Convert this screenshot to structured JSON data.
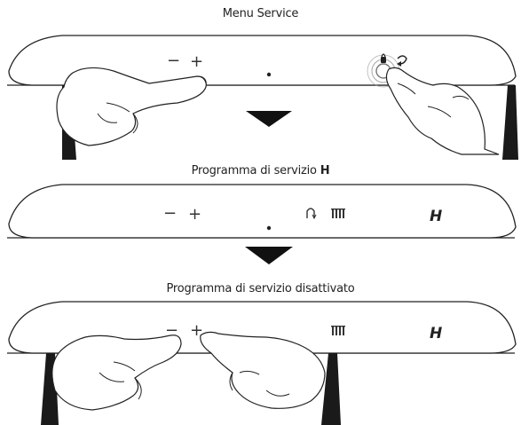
{
  "captions": {
    "step1": "Menu Service",
    "step2_text": "Programma di servizio ",
    "step2_bold": "H",
    "step3": "Programma di servizio disattivato"
  },
  "panels": [
    {
      "minus": "−",
      "plus": "+",
      "display": ""
    },
    {
      "minus": "−",
      "plus": "+",
      "display": "H"
    },
    {
      "minus": "−",
      "plus": "+",
      "display": "H"
    }
  ],
  "icons": {
    "lock": "lock-icon",
    "back": "back-arrow-icon",
    "recirc": "recirculation-icon",
    "grill": "grill-icon",
    "hand": "hand-icon",
    "arrow": "arrow-down-icon"
  },
  "colors": {
    "ink": "#1a1a1a",
    "panel_fill": "#ffffff",
    "ripple": "#9a9a9a"
  }
}
